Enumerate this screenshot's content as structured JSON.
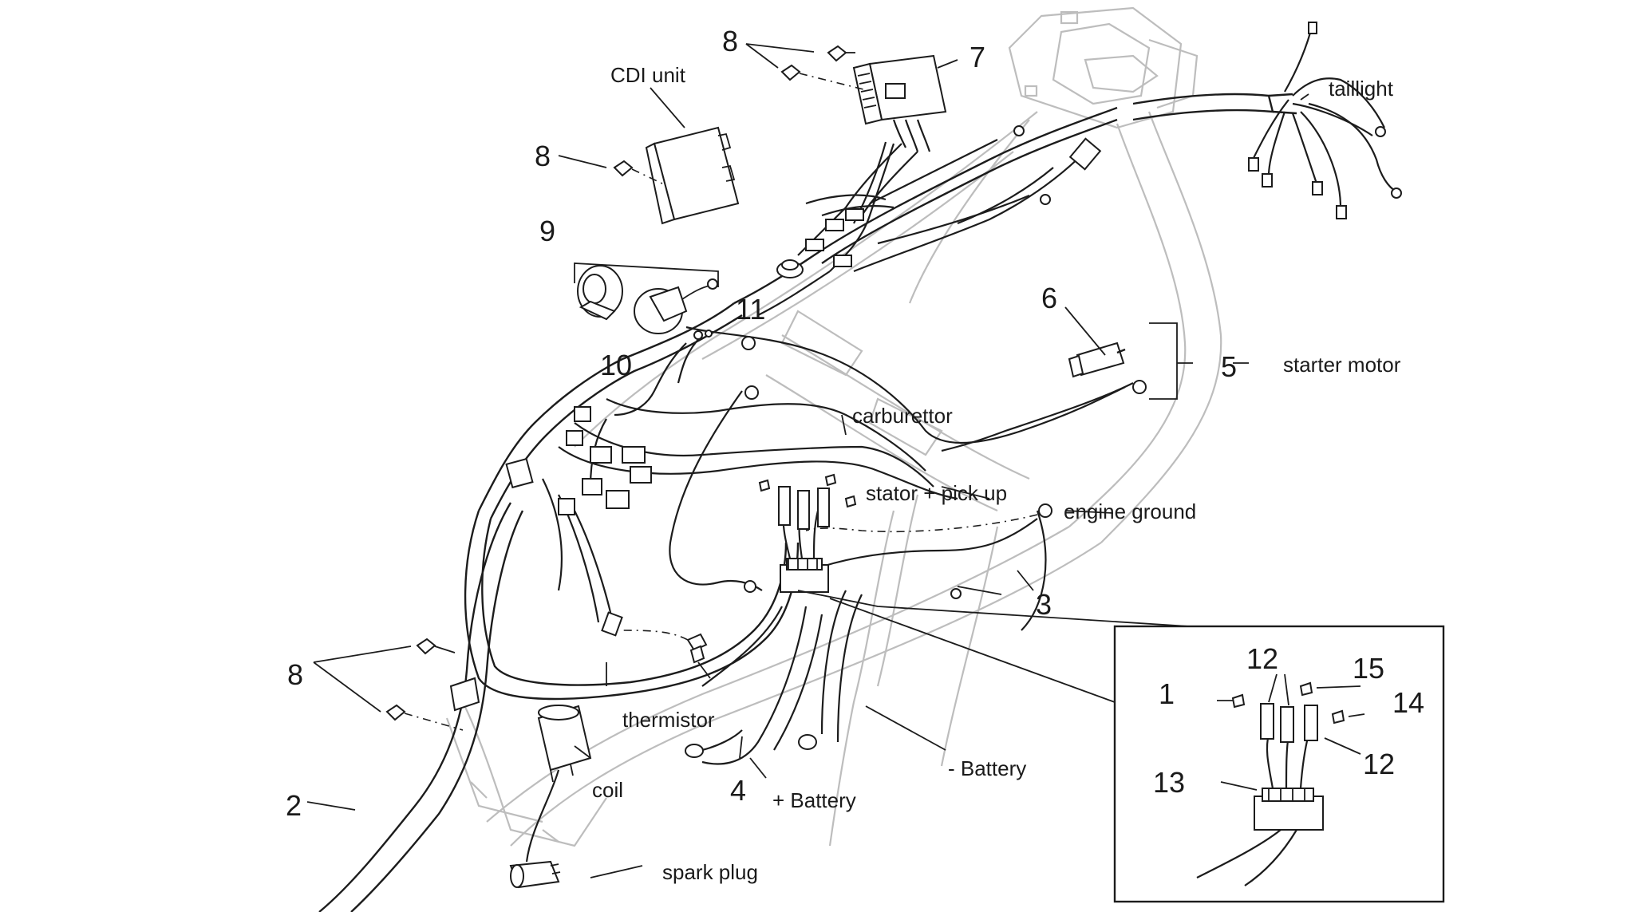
{
  "labels": {
    "cdi_unit": "CDI unit",
    "taillight": "taillight",
    "starter_motor": "starter motor",
    "carburettor": "carburettor",
    "stator_pickup": "stator + pick up",
    "engine_ground": "engine ground",
    "thermistor": "thermistor",
    "coil": "coil",
    "plus_battery": "+ Battery",
    "minus_battery": "- Battery",
    "spark_plug": "spark plug"
  },
  "callouts": {
    "n8_top": "8",
    "n7": "7",
    "n8_cdi": "8",
    "n9": "9",
    "n11": "11",
    "n10": "10",
    "n6": "6",
    "n5": "5",
    "n3": "3",
    "n8_left": "8",
    "n2": "2",
    "n4": "4",
    "n12_top": "12",
    "n15": "15",
    "n1": "1",
    "n14": "14",
    "n12_right": "12",
    "n13": "13"
  }
}
